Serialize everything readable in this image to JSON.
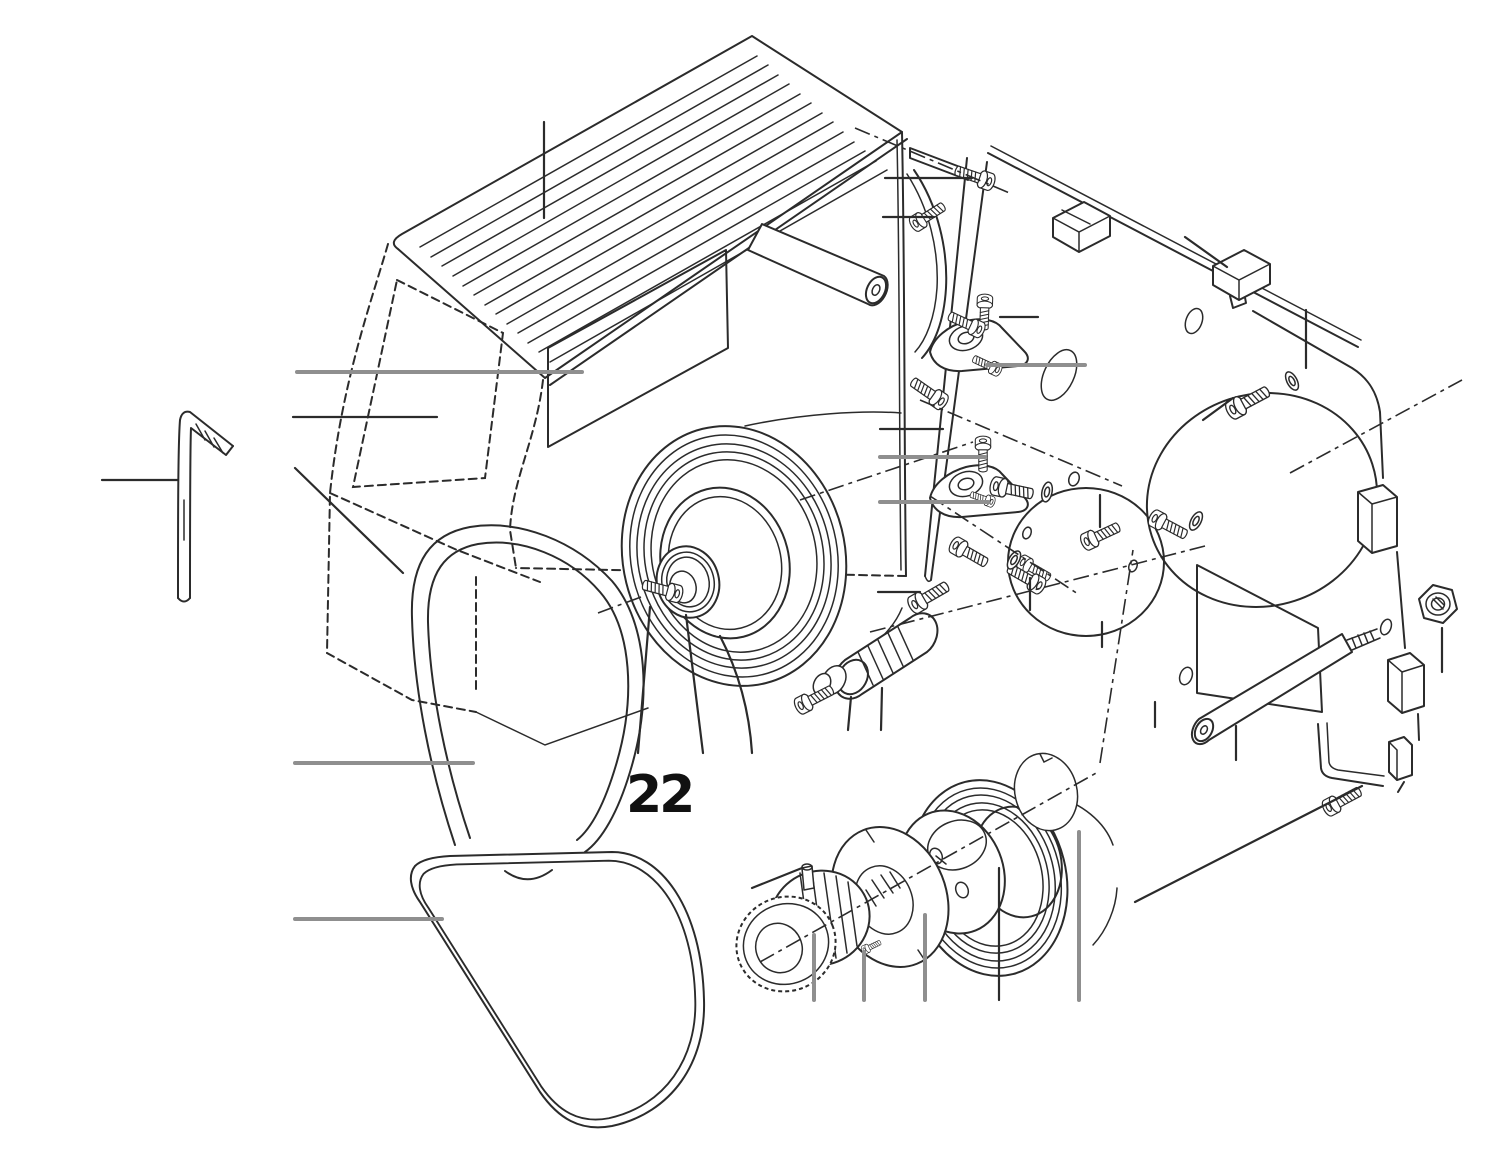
{
  "diagram": {
    "type": "exploded-parts-diagram",
    "background": "#ffffff",
    "line_color": "#2b2b2b",
    "leader_color": "#8f8f8f",
    "callout": {
      "label": "22"
    },
    "parts": [
      "belt-guard-cover",
      "louvered-top",
      "cover-window",
      "cover-label-panel",
      "hex-key",
      "drive-pulley",
      "pulley-hub-screw",
      "poly-v-belt",
      "spacer-sleeve",
      "washers",
      "roller-pin",
      "tensioner-bracket-bar",
      "tensioner-arm-upper",
      "tensioner-arm-lower",
      "socket-screws",
      "back-plate",
      "plate-clips",
      "plate-opening-large",
      "plate-opening-middle",
      "stud-pin",
      "hex-nut",
      "l-bracket",
      "splined-gear",
      "set-screw",
      "lock-ring",
      "bearing-flange",
      "motor-pulley"
    ]
  }
}
